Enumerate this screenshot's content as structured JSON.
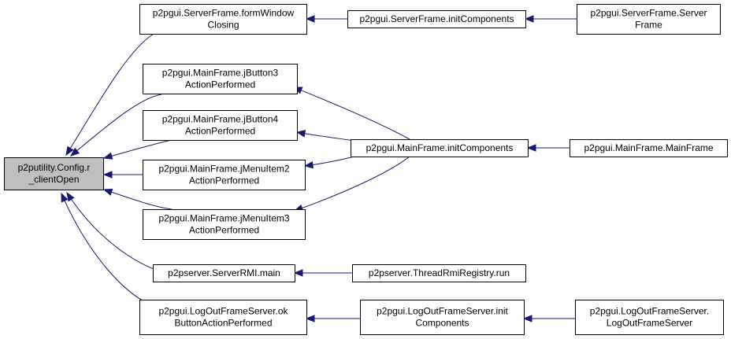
{
  "graph": {
    "edge_color": "#191970",
    "focus_fill": "#bfbfbf",
    "nodes": [
      {
        "id": "config",
        "lines": [
          "p2putility.Config.r",
          "_clientOpen"
        ],
        "focus": true
      },
      {
        "id": "sf_close",
        "lines": [
          "p2pgui.ServerFrame.formWindow",
          "Closing"
        ]
      },
      {
        "id": "sf_init",
        "lines": [
          "p2pgui.ServerFrame.initComponents"
        ]
      },
      {
        "id": "sf_ctor",
        "lines": [
          "p2pgui.ServerFrame.Server",
          "Frame"
        ]
      },
      {
        "id": "mf_b3",
        "lines": [
          "p2pgui.MainFrame.jButton3",
          "ActionPerformed"
        ]
      },
      {
        "id": "mf_b4",
        "lines": [
          "p2pgui.MainFrame.jButton4",
          "ActionPerformed"
        ]
      },
      {
        "id": "mf_m2",
        "lines": [
          "p2pgui.MainFrame.jMenuItem2",
          "ActionPerformed"
        ]
      },
      {
        "id": "mf_m3",
        "lines": [
          "p2pgui.MainFrame.jMenuItem3",
          "ActionPerformed"
        ]
      },
      {
        "id": "mf_init",
        "lines": [
          "p2pgui.MainFrame.initComponents"
        ]
      },
      {
        "id": "mf_ctor",
        "lines": [
          "p2pgui.MainFrame.MainFrame"
        ]
      },
      {
        "id": "rmi_main",
        "lines": [
          "p2pserver.ServerRMI.main"
        ]
      },
      {
        "id": "rmi_run",
        "lines": [
          "p2pserver.ThreadRmiRegistry.run"
        ]
      },
      {
        "id": "lo_ok",
        "lines": [
          "p2pgui.LogOutFrameServer.ok",
          "ButtonActionPerformed"
        ]
      },
      {
        "id": "lo_init",
        "lines": [
          "p2pgui.LogOutFrameServer.init",
          "Components"
        ]
      },
      {
        "id": "lo_ctor",
        "lines": [
          "p2pgui.LogOutFrameServer.",
          "LogOutFrameServer"
        ]
      }
    ],
    "edges": [
      {
        "from": "sf_close",
        "to": "config"
      },
      {
        "from": "mf_b3",
        "to": "config"
      },
      {
        "from": "mf_b4",
        "to": "config"
      },
      {
        "from": "mf_m2",
        "to": "config"
      },
      {
        "from": "mf_m3",
        "to": "config"
      },
      {
        "from": "rmi_main",
        "to": "config"
      },
      {
        "from": "lo_ok",
        "to": "config"
      },
      {
        "from": "sf_init",
        "to": "sf_close"
      },
      {
        "from": "sf_ctor",
        "to": "sf_init"
      },
      {
        "from": "mf_init",
        "to": "mf_b3"
      },
      {
        "from": "mf_init",
        "to": "mf_b4"
      },
      {
        "from": "mf_init",
        "to": "mf_m2"
      },
      {
        "from": "mf_init",
        "to": "mf_m3"
      },
      {
        "from": "mf_ctor",
        "to": "mf_init"
      },
      {
        "from": "rmi_run",
        "to": "rmi_main"
      },
      {
        "from": "lo_init",
        "to": "lo_ok"
      },
      {
        "from": "lo_ctor",
        "to": "lo_init"
      }
    ]
  }
}
